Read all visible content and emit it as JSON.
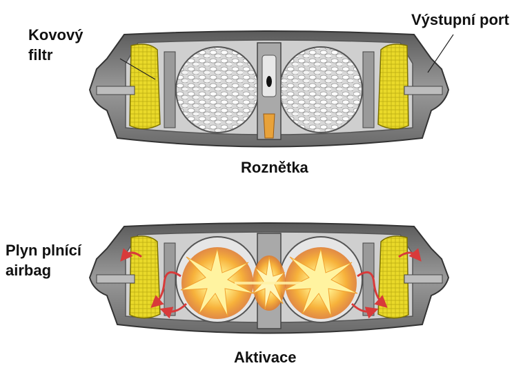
{
  "labels": {
    "metal_filter": [
      "Kovový",
      "filtr"
    ],
    "output_port": "Výstupní port",
    "igniter": "Roznětka",
    "inflating_gas": [
      "Plyn plnící",
      "airbag"
    ],
    "activation": "Aktivace"
  },
  "colors": {
    "housing_dark": "#4a4a4a",
    "housing_mid": "#8c8c8c",
    "housing_light": "#c9c9c9",
    "filter_yellow": "#e3d21c",
    "gas_arrow": "#d83a3a",
    "explosion_core": "#fff7b0",
    "explosion_orange": "#f5a623"
  }
}
